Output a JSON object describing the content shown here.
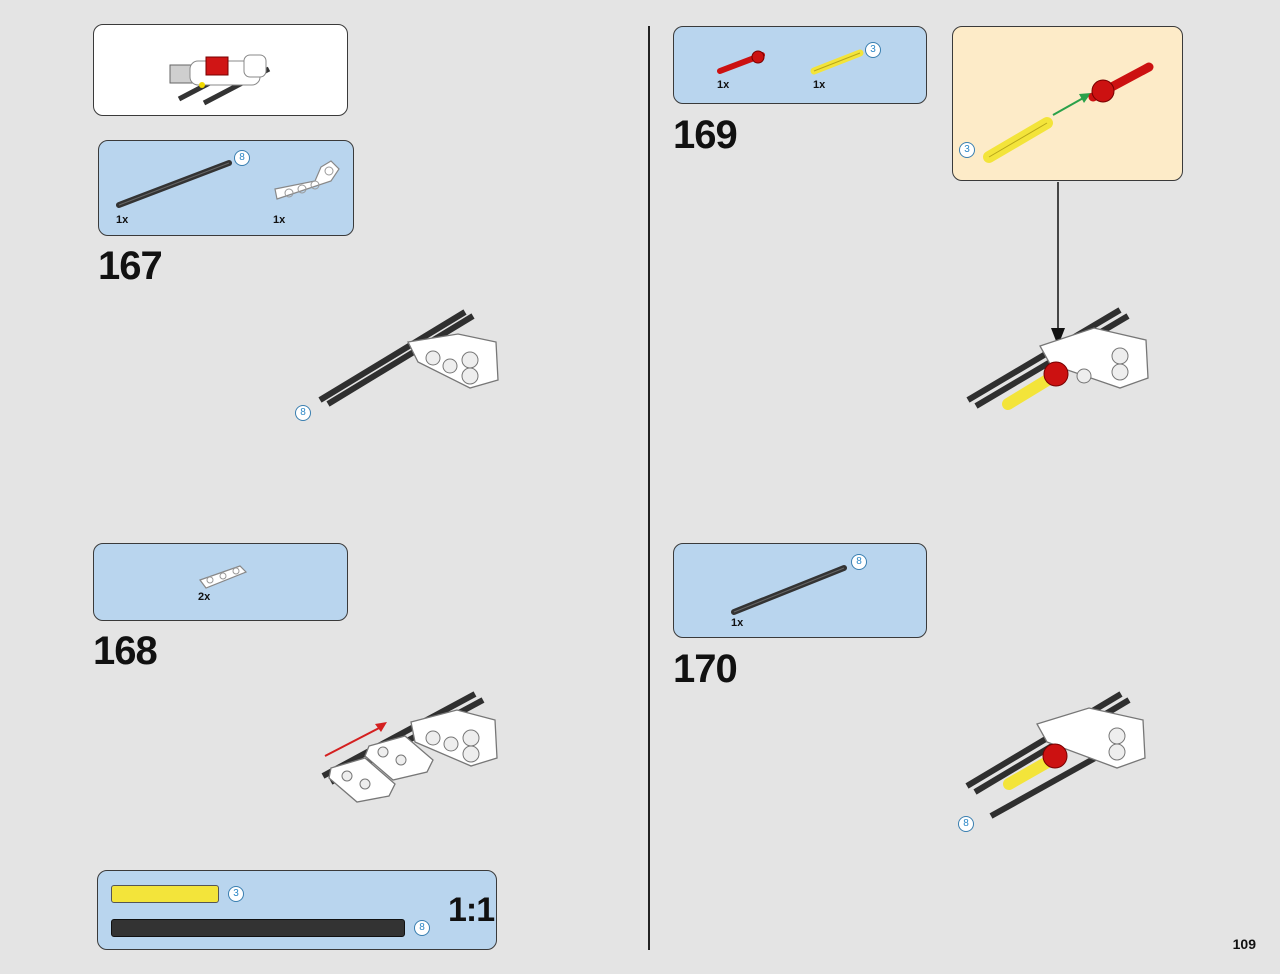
{
  "page_number": "109",
  "steps": [
    {
      "number": "167",
      "parts": [
        {
          "qty": "1x",
          "name": "black-axle",
          "length": "8"
        },
        {
          "qty": "1x",
          "name": "white-liftarm-bent"
        }
      ],
      "model_length_badge": "8"
    },
    {
      "number": "168",
      "parts": [
        {
          "qty": "2x",
          "name": "white-liftarm-3"
        }
      ]
    },
    {
      "number": "169",
      "parts": [
        {
          "qty": "1x",
          "name": "red-axle-pin"
        },
        {
          "qty": "1x",
          "name": "yellow-axle",
          "length": "3"
        }
      ],
      "callout_length_badge": "3"
    },
    {
      "number": "170",
      "parts": [
        {
          "qty": "1x",
          "name": "black-axle",
          "length": "8"
        }
      ],
      "model_length_badge": "8"
    }
  ],
  "scale_reference": {
    "label": "1:1",
    "items": [
      {
        "color": "yellow",
        "length": "3"
      },
      {
        "color": "black",
        "length": "8"
      }
    ]
  },
  "colors": {
    "parts_box": "#b9d5ee",
    "callout_box": "#fdebc8",
    "background": "#e4e4e4",
    "length_badge": "#2a86c6",
    "axle_red": "#cc1111",
    "axle_yellow": "#f3e43a"
  }
}
